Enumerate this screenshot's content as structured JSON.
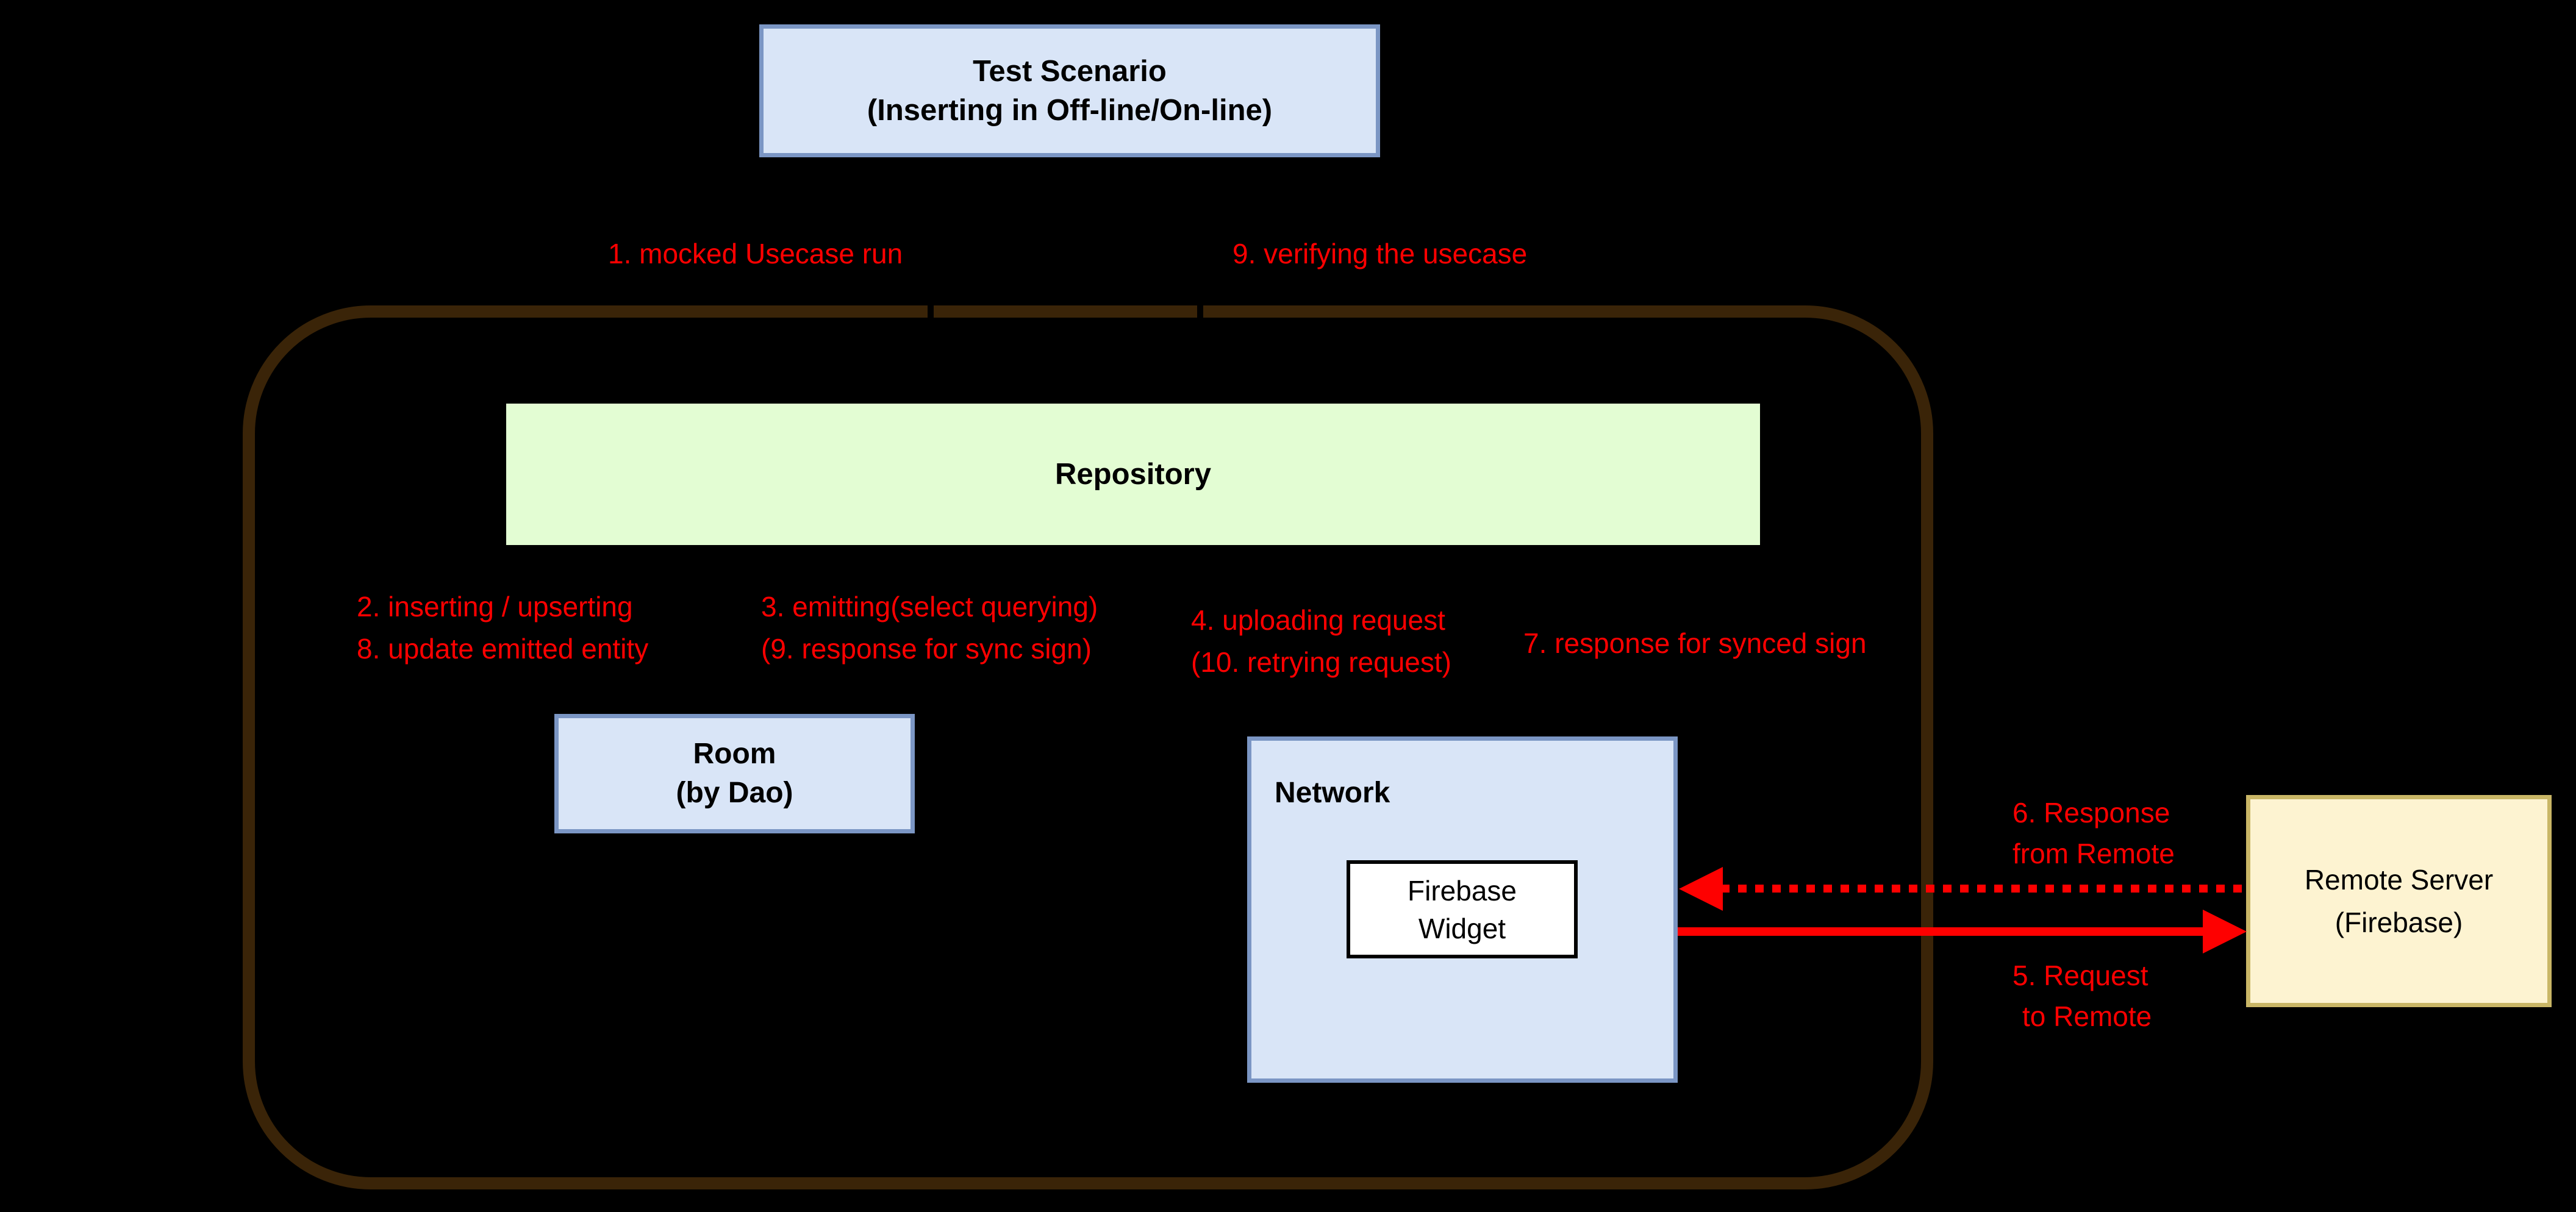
{
  "colors": {
    "background": "#000000",
    "node_fill_blue": "#d9e5f7",
    "node_border_blue": "#7b96c4",
    "repository_fill_green": "#e3fdd3",
    "remote_fill_cream": "#fdf3d1",
    "remote_border_tan": "#c9b666",
    "container_border_brown": "#3a2408",
    "annotation_red": "#fe0000",
    "widget_fill": "#ffffff",
    "widget_border": "#000000"
  },
  "test_scenario": {
    "line1": "Test Scenario",
    "line2": "(Inserting in Off-line/On-line)"
  },
  "repository": {
    "label": "Repository"
  },
  "room": {
    "line1": "Room",
    "line2": "(by Dao)"
  },
  "network": {
    "label": "Network"
  },
  "firebase_widget": {
    "line1": "Firebase",
    "line2": "Widget"
  },
  "remote_server": {
    "line1": "Remote Server",
    "line2": "(Firebase)"
  },
  "annotations": {
    "step1": "1. mocked Usecase run",
    "step9_top": "9. verifying the usecase",
    "step2": "2. inserting / upserting",
    "step8": "8. update emitted entity",
    "step3": "3. emitting(select querying)",
    "step9_paren": "(9. response for sync sign)",
    "step4": "4. uploading request",
    "step10": "(10. retrying request)",
    "step7": "7. response for synced sign",
    "step6_line1": "6. Response",
    "step6_line2": "from Remote",
    "step5_line1": "5. Request",
    "step5_line2": "to Remote"
  }
}
